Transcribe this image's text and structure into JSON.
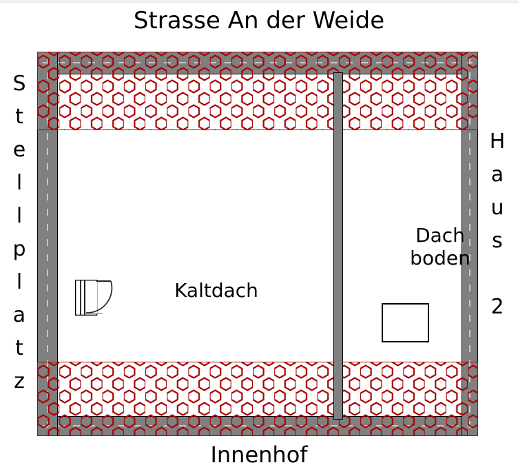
{
  "diagram": {
    "type": "architectural-floor-plan",
    "title": "Strasse An der Weide",
    "bottom_label": "Innenhof",
    "left_label": "Stellplatz",
    "right_label": "Haus 2",
    "left_label_chars": [
      "S",
      "t",
      "e",
      "l",
      "l",
      "p",
      "l",
      "a",
      "t",
      "z"
    ],
    "right_label_chars": [
      "H",
      "a",
      "u",
      "s",
      "",
      "2"
    ],
    "rooms": [
      {
        "name": "kaltdach",
        "label": "Kaltdach"
      },
      {
        "name": "dachboden",
        "label": "Dach\nboden"
      }
    ],
    "colors": {
      "wall_fill": "#808080",
      "wall_stroke": "#000000",
      "hatch_stroke": "#aa0000",
      "floor_fill": "#ffffff",
      "text": "#000000",
      "background": "#ffffff"
    },
    "elements": {
      "door": "door-with-swing-arc",
      "opening": "rectangular-opening"
    }
  }
}
